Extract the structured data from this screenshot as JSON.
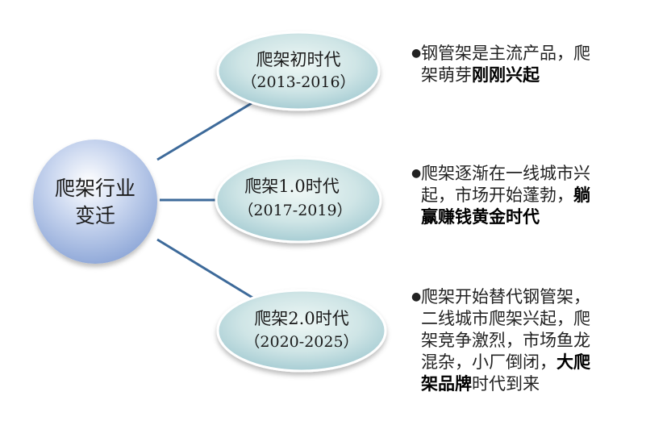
{
  "root": {
    "line1": "爬架行业",
    "line2": "变迁"
  },
  "eras": [
    {
      "name": "爬架初时代",
      "years": "（2013-2016）",
      "desc": {
        "line1": "钢管架是主流产品，爬",
        "line2_plain": "架萌芽",
        "line2_bold": "刚刚兴起"
      }
    },
    {
      "name": "爬架1.0时代",
      "years": "（2017-2019）",
      "desc": {
        "line1": "爬架逐渐在一线城市兴",
        "line2_plain": "起，市场开始蓬勃，",
        "line2_bold": "躺",
        "line3_bold": "赢赚钱黄金时代"
      }
    },
    {
      "name": "爬架2.0时代",
      "years": "（2020-2025）",
      "desc": {
        "line1": "爬架开始替代钢管架，",
        "line2": "二线城市爬架兴起，爬",
        "line3": "架竞争激烈，市场鱼龙",
        "line4_plain": "混杂，小厂倒闭，",
        "line4_bold": "大爬",
        "line5_bold": "架品牌",
        "line5_plain": "时代到来"
      }
    }
  ],
  "colors": {
    "connector": "#3d6a9a",
    "node_fill_light": "#e6f3f1",
    "node_fill_dark": "#a6cdd4",
    "node_stroke": "#ffffff",
    "root_fill_light": "#ffffff",
    "root_fill_dark": "#8aa4d6"
  }
}
